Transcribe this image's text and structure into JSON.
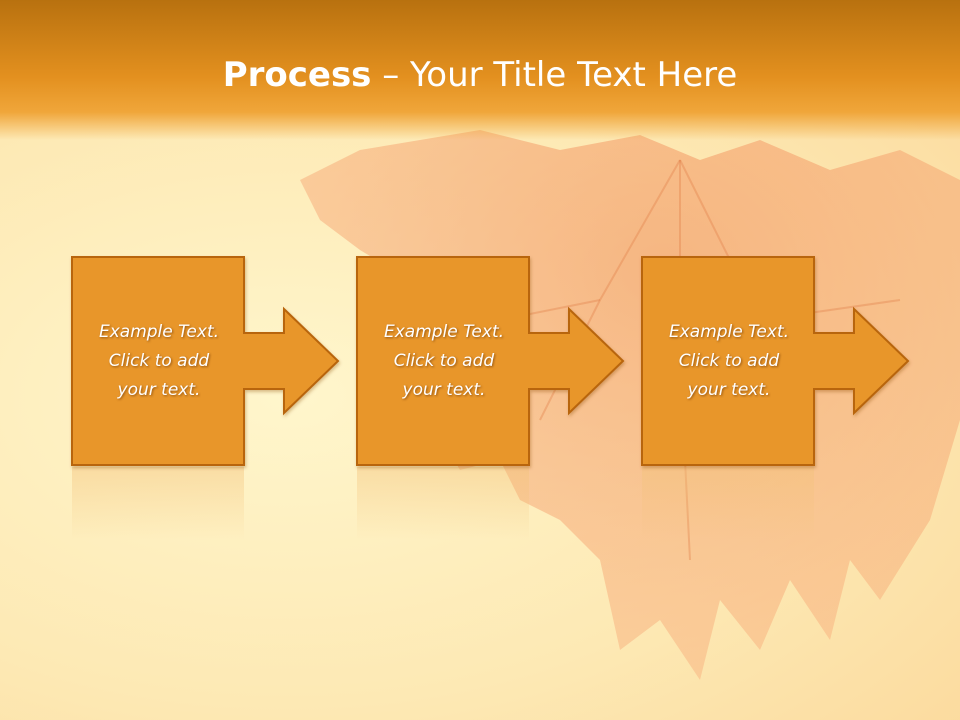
{
  "title": {
    "bold": "Process",
    "rest": " – Your Title Text Here"
  },
  "steps": [
    {
      "text": "Example Text.\nClick  to add\nyour text."
    },
    {
      "text": "Example Text.\nClick  to add\nyour text."
    },
    {
      "text": "Example Text.\nClick  to add\nyour text."
    }
  ],
  "colors": {
    "box_fill": "#e8962a",
    "box_stroke": "#b8650c",
    "header": "#e3901f"
  }
}
